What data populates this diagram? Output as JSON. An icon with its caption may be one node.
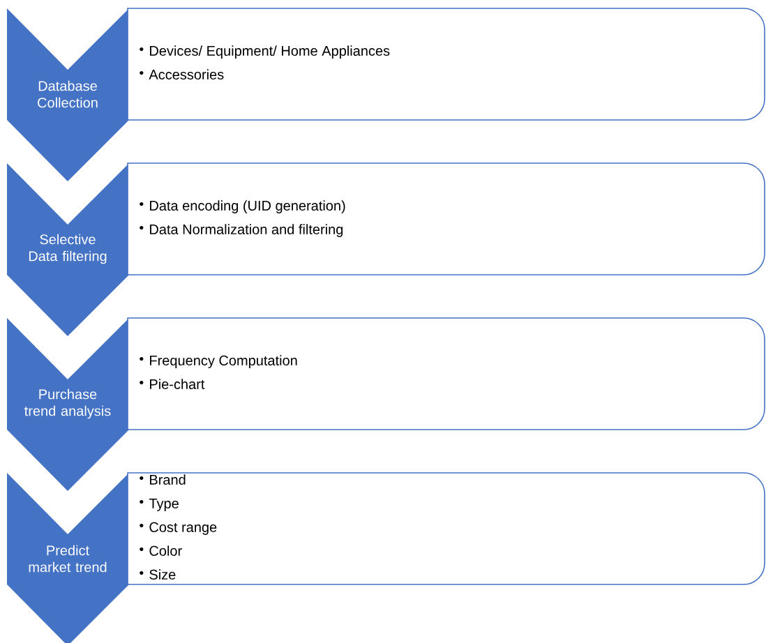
{
  "diagram": {
    "nodes": [
      {
        "text": [
          "Database Collection"
        ]
      },
      {
        "text": [
          "Devices/ Equipment/ Home Appliances",
          "Accessories"
        ]
      },
      {
        "text": [
          "Selective Data filtering"
        ]
      },
      {
        "text": [
          "Data encoding (UID generation)",
          "Data Normalization and filtering"
        ]
      },
      {
        "text": [
          "Purchase trend analysis"
        ]
      },
      {
        "text": [
          "Frequency Computation",
          "Pie-chart"
        ]
      },
      {
        "text": [
          "Predict market trend"
        ]
      },
      {
        "text": [
          "Brand",
          "Type",
          "Cost range",
          "Color",
          "Size"
        ]
      }
    ]
  }
}
